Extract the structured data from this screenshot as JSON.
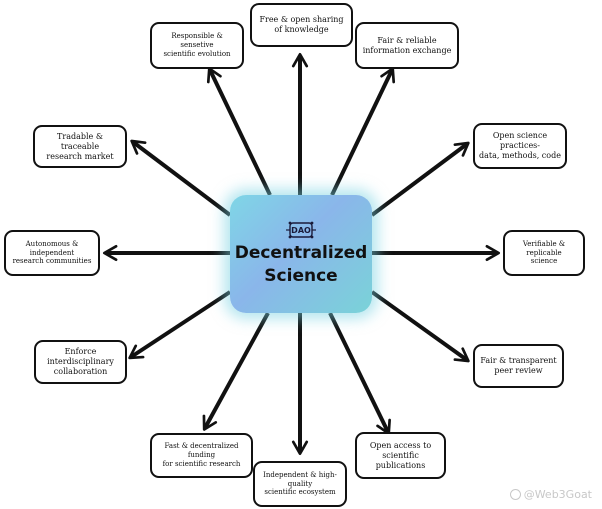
{
  "center": {
    "logo_text": "DAO",
    "title_line1": "Decentralized",
    "title_line2": "Science"
  },
  "nodes": [
    {
      "id": "free-open-sharing",
      "label": "Free & open sharing\nof knowledge"
    },
    {
      "id": "fair-reliable-exchange",
      "label": "Fair & reliable\ninformation exchange"
    },
    {
      "id": "open-science-practices",
      "label": "Open science practices-\ndata, methods, code"
    },
    {
      "id": "verifiable-replicable",
      "label": "Verifiable & replicable\nscience"
    },
    {
      "id": "fair-transparent-review",
      "label": "Fair & transparent\npeer review"
    },
    {
      "id": "open-access-publications",
      "label": "Open access to\nscientific publications"
    },
    {
      "id": "independent-ecosystem",
      "label": "Independent & high-quality\nscientific ecosystem"
    },
    {
      "id": "fast-funding",
      "label": "Fast & decentralized funding\nfor scientific research"
    },
    {
      "id": "interdisciplinary-collaboration",
      "label": "Enforce interdisciplinary\ncollaboration"
    },
    {
      "id": "autonomous-communities",
      "label": "Autonomous & independent\nresearch communities"
    },
    {
      "id": "research-market",
      "label": "Tradable & traceable\nresearch market"
    },
    {
      "id": "responsible-evolution",
      "label": "Responsible & sensetive\nscientific evolution"
    }
  ],
  "watermark": "@Web3Goat",
  "colors": {
    "arrow": "#111111",
    "center_start": "#7fd6e6",
    "center_end": "#8ab6ea",
    "box_border": "#111111"
  }
}
